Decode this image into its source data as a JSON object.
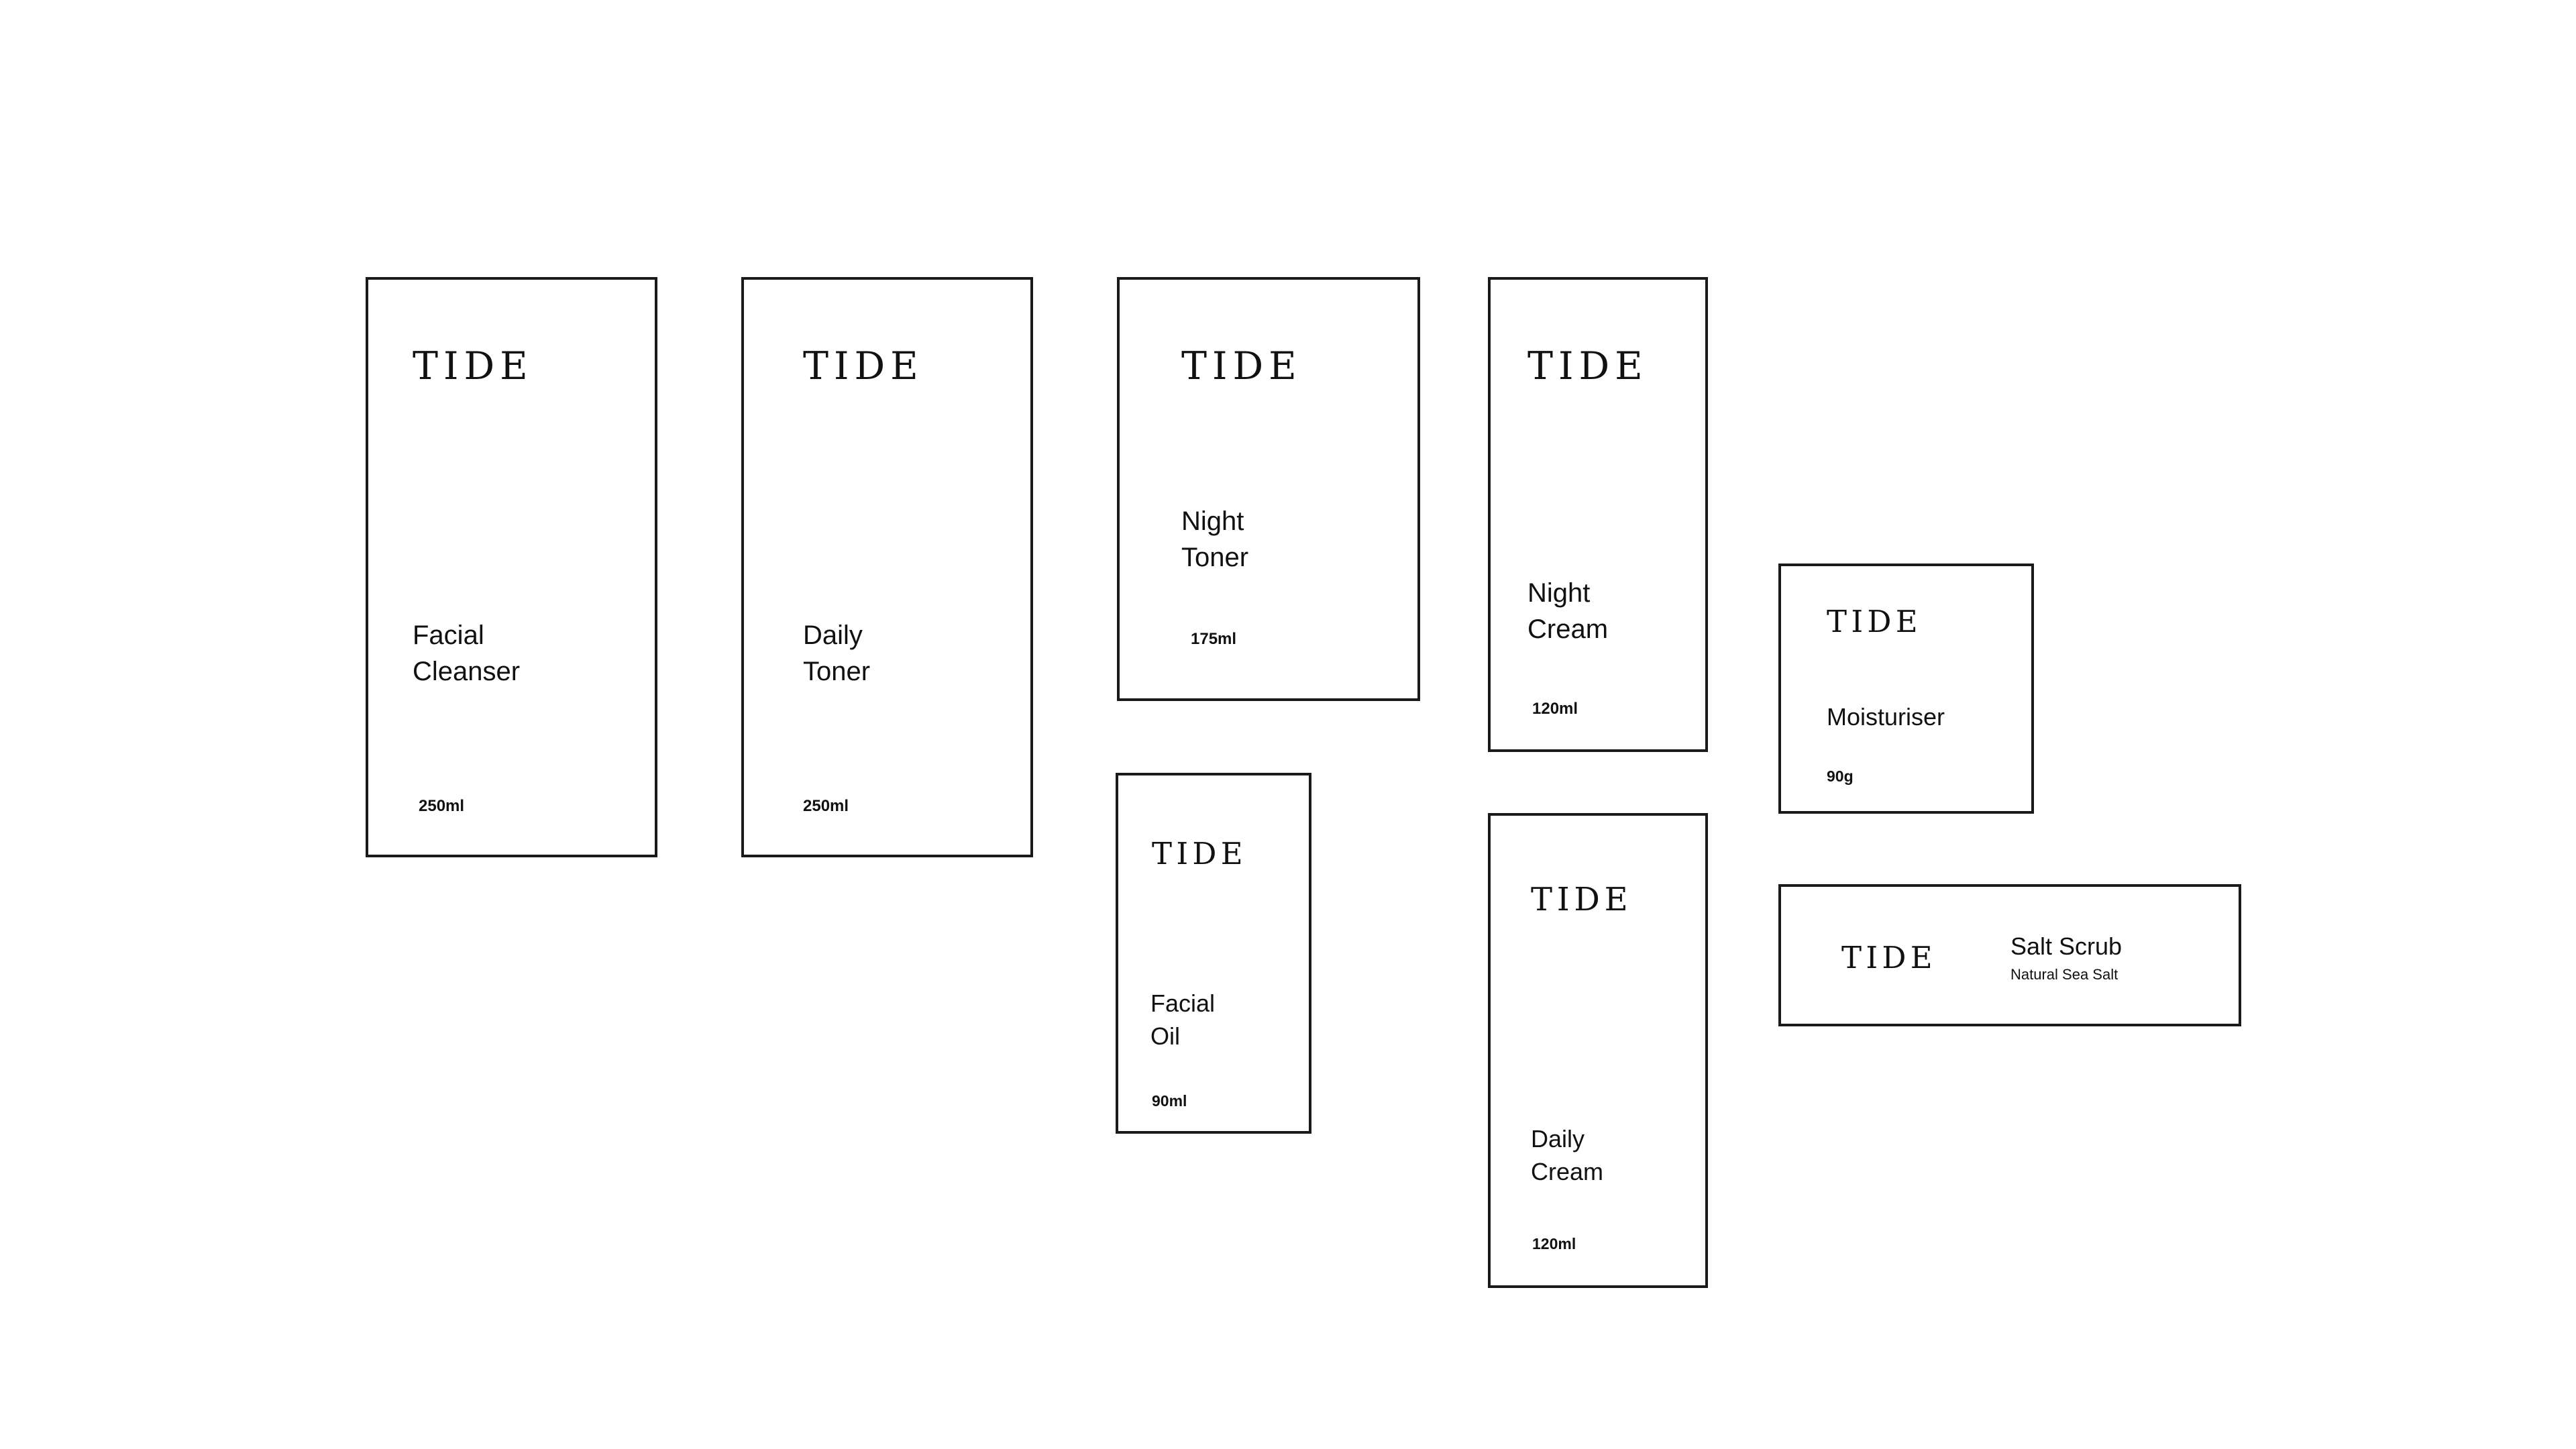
{
  "labels": [
    {
      "brand": "TIDE",
      "name_line1": "Facial",
      "name_line2": "Cleanser",
      "volume": "250ml"
    },
    {
      "brand": "TIDE",
      "name_line1": "Daily",
      "name_line2": "Toner",
      "volume": "250ml"
    },
    {
      "brand": "TIDE",
      "name_line1": "Night",
      "name_line2": "Toner",
      "volume": "175ml"
    },
    {
      "brand": "TIDE",
      "name_line1": "Night",
      "name_line2": "Cream",
      "volume": "120ml"
    },
    {
      "brand": "TIDE",
      "name_line1": "Facial",
      "name_line2": "Oil",
      "volume": "90ml"
    },
    {
      "brand": "TIDE",
      "name_line1": "Daily",
      "name_line2": "Cream",
      "volume": "120ml"
    },
    {
      "brand": "TIDE",
      "name": "Moisturiser",
      "volume": "90g"
    },
    {
      "brand": "TIDE",
      "name": "Salt Scrub",
      "subtitle": "Natural Sea Salt"
    }
  ],
  "colors": {
    "background": "#ffffff",
    "outline": "#1a1a1a",
    "text": "#111111"
  }
}
